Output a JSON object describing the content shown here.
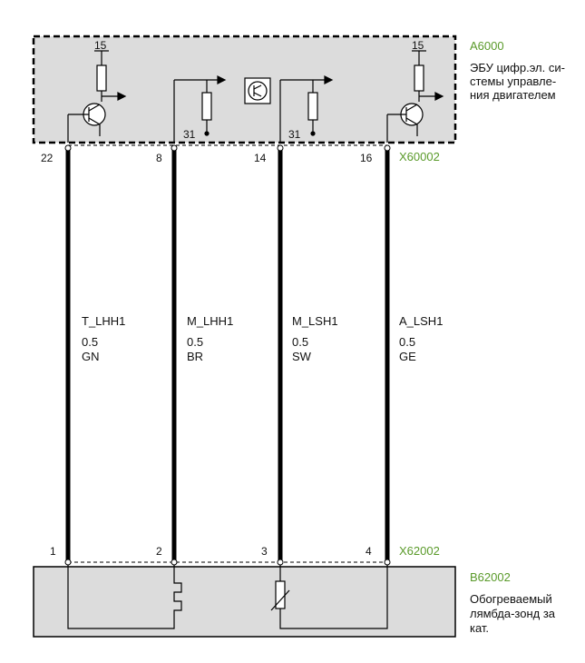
{
  "colors": {
    "component_fill": "#dcdcdc",
    "wire": "#000000",
    "label_green": "#5a9a2a",
    "text": "#111111"
  },
  "ecu": {
    "id": "A6000",
    "desc_lines": [
      "ЭБУ цифр.эл. си-",
      "стемы управле-",
      "ния двигателем"
    ],
    "connector": "X60002",
    "supply_label": "15",
    "ground_label": "31"
  },
  "sensor": {
    "id": "B62002",
    "desc_lines": [
      "Обогреваемый",
      "лямбда-зонд за",
      "кат."
    ],
    "connector": "X62002"
  },
  "wires": [
    {
      "ecu_pin": "22",
      "sensor_pin": "1",
      "signal": "T_LHH1",
      "size": "0.5",
      "color": "GN"
    },
    {
      "ecu_pin": "8",
      "sensor_pin": "2",
      "signal": "M_LHH1",
      "size": "0.5",
      "color": "BR"
    },
    {
      "ecu_pin": "14",
      "sensor_pin": "3",
      "signal": "M_LSH1",
      "size": "0.5",
      "color": "SW"
    },
    {
      "ecu_pin": "16",
      "sensor_pin": "4",
      "signal": "A_LSH1",
      "size": "0.5",
      "color": "GE"
    }
  ]
}
